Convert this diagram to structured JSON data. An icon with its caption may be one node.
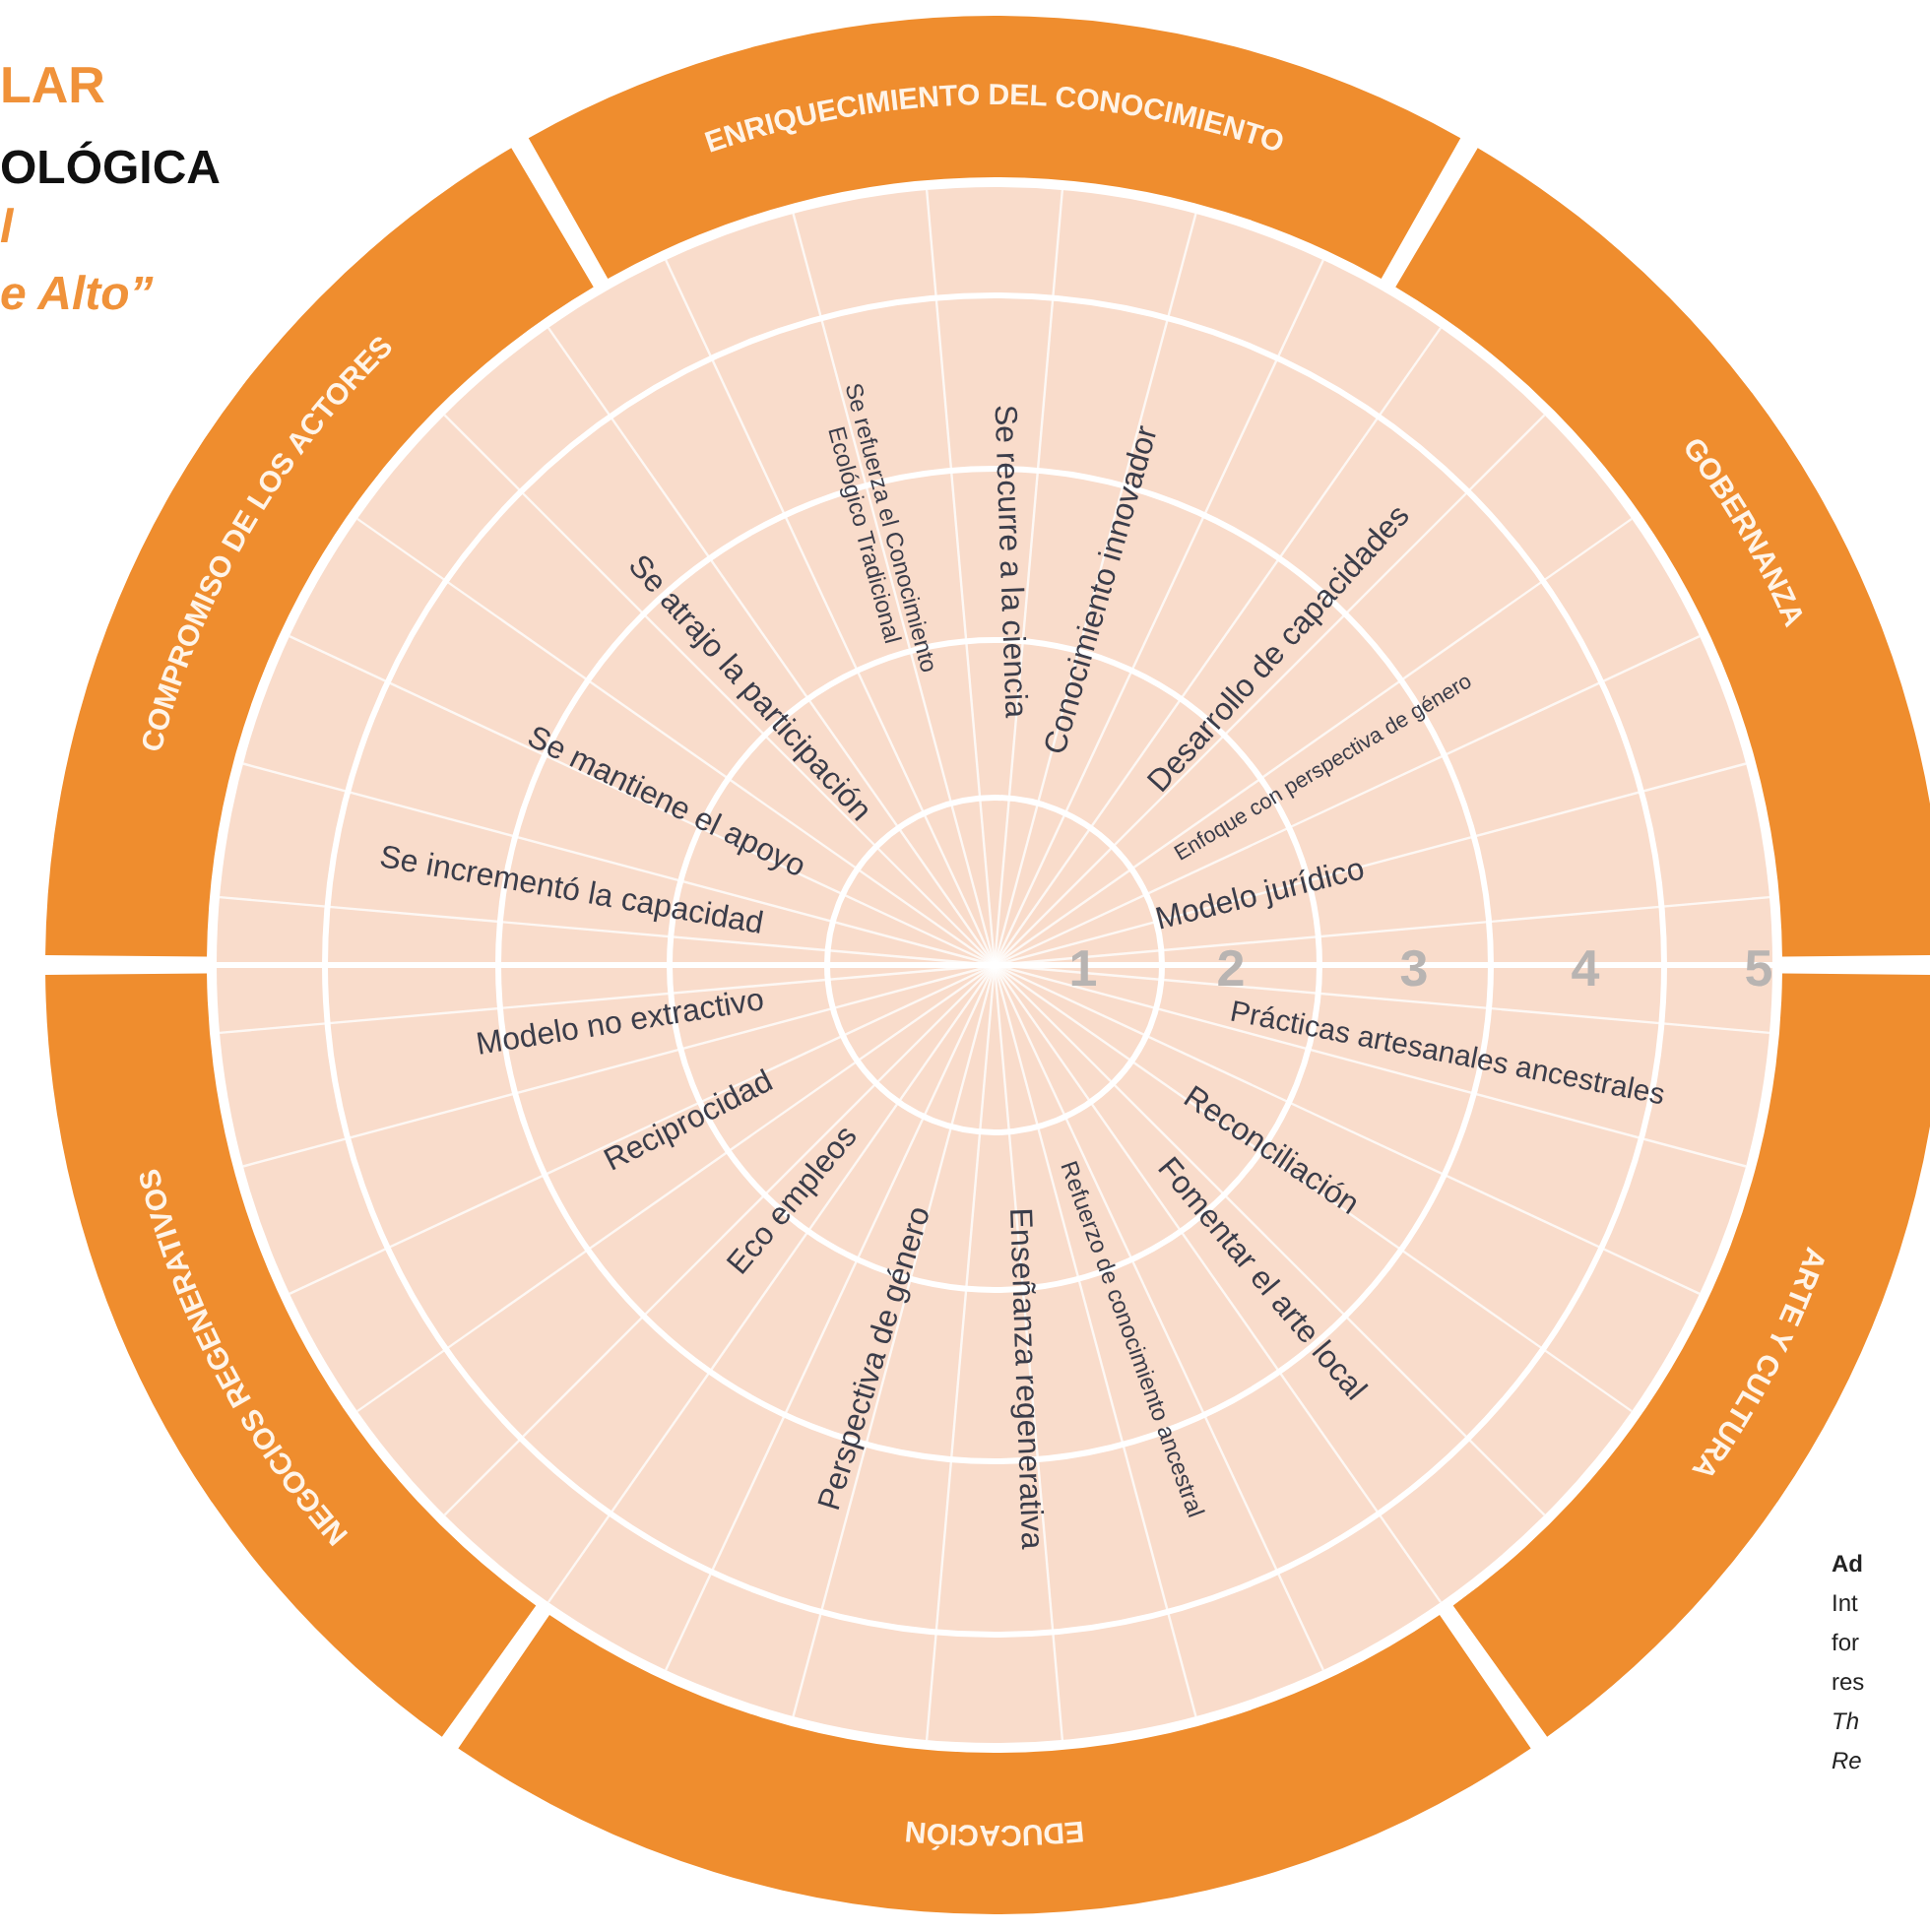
{
  "diagram": {
    "nodes": [
      {
        "text": [
          "ENRIQUECIMIENTO DEL CONOCIMIENTO"
        ]
      },
      {
        "text": [
          "GOBERNANZA"
        ]
      },
      {
        "text": [
          "ARTE Y CULTURA"
        ]
      },
      {
        "text": [
          "EDUCACIÓN"
        ]
      },
      {
        "text": [
          "NEGOCIOS REGENERATIVOS"
        ]
      },
      {
        "text": [
          "COMPROMISO DE LOS ACTORES"
        ]
      }
    ],
    "edges": [],
    "labels": [
      "LAR",
      "OLÓGICA",
      "l",
      "e Alto”",
      "Se refuerza el Conocimiento Ecológico Tradicional",
      "Se recurre a la ciencia",
      "Conocimiento innovador",
      "Desarrollo de capacidades",
      "Se atrajo la participación",
      "Enfoque con perspectiva de género",
      "Se mantiene el apoyo",
      "Se incrementó la capacidad",
      "Modelo jurídico",
      "1",
      "2",
      "3",
      "4",
      "5",
      "Modelo no extractivo",
      "Prácticas artesanales ancestrales",
      "Reciprocidad",
      "Reconciliación",
      "Eco empleos",
      "Fomentar el arte local",
      "Perspectiva de género",
      "Enseñanza regenerativa",
      "Refuerzo de conocimiento ancestral",
      "Ad",
      "Int",
      "for",
      "res",
      "Th",
      "Re"
    ]
  }
}
